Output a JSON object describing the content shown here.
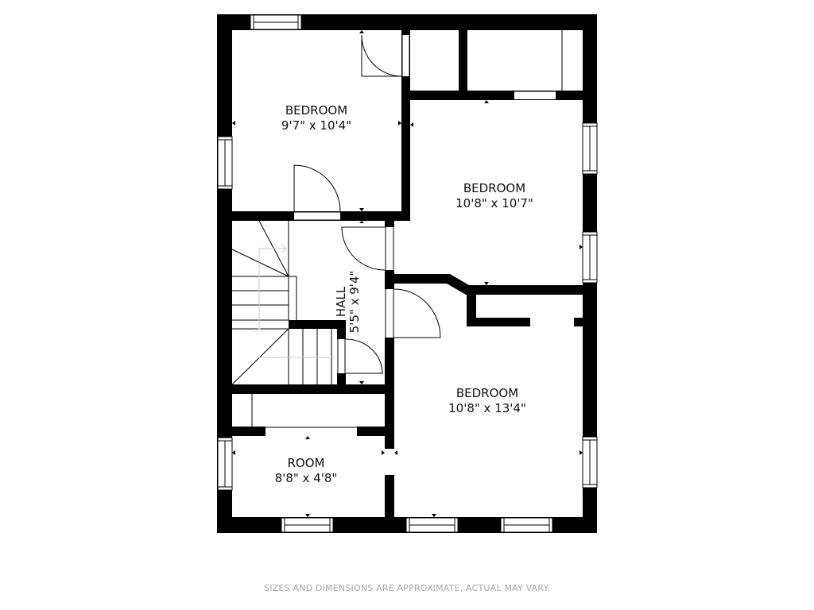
{
  "floorplan": {
    "rooms": [
      {
        "name": "BEDROOM",
        "dims": "9'7\" x 10'4\"",
        "id": "bedroom-top-left"
      },
      {
        "name": "BEDROOM",
        "dims": "10'8\" x 10'7\"",
        "id": "bedroom-right-upper"
      },
      {
        "name": "HALL",
        "dims": "5'5\" x 9'4\"",
        "id": "hall"
      },
      {
        "name": "BEDROOM",
        "dims": "10'8\" x 13'4\"",
        "id": "bedroom-right-lower"
      },
      {
        "name": "ROOM",
        "dims": "8'8\" x 4'8\"",
        "id": "room-bottom-left"
      }
    ],
    "colors": {
      "wall": "#000000",
      "background": "#ffffff",
      "footer_text": "#a8a8a8"
    }
  },
  "footer": {
    "disclaimer": "SIZES AND DIMENSIONS ARE APPROXIMATE, ACTUAL MAY VARY."
  }
}
